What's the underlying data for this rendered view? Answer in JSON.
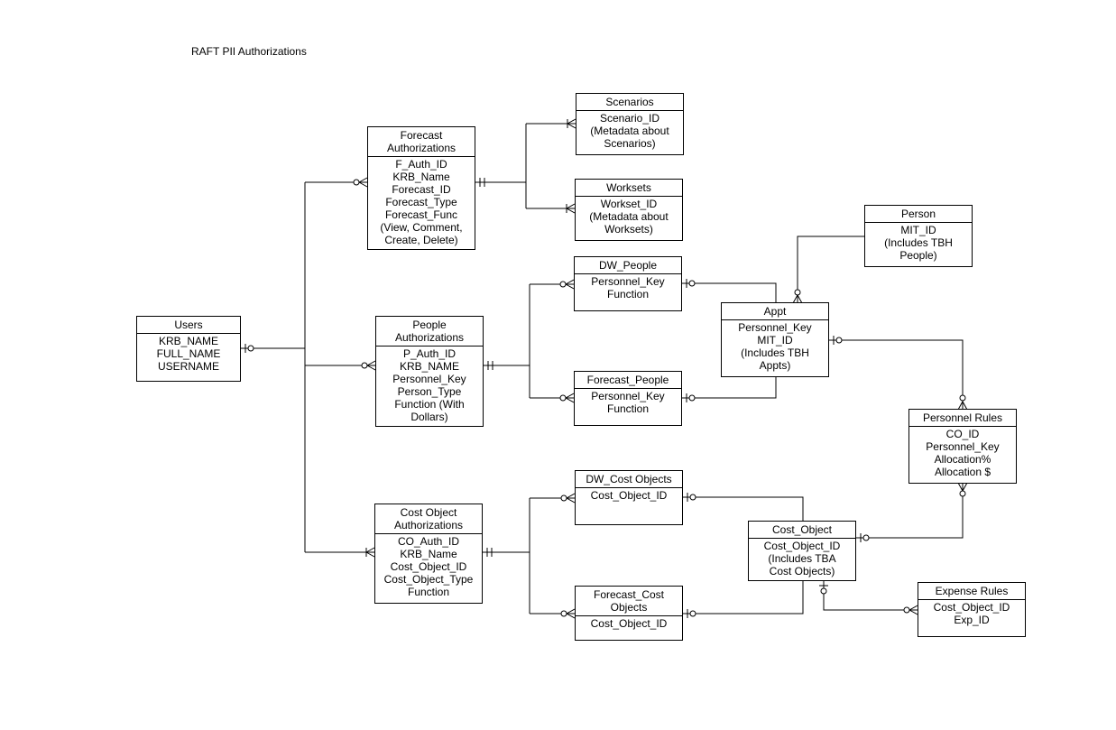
{
  "title": "RAFT PII Authorizations",
  "entities": [
    {
      "id": "users",
      "name": "Users",
      "fields": [
        "KRB_NAME",
        "FULL_NAME",
        "USERNAME"
      ]
    },
    {
      "id": "forecast-authorizations",
      "name": "Forecast\nAuthorizations",
      "fields": [
        "F_Auth_ID",
        "KRB_Name",
        "Forecast_ID",
        "Forecast_Type",
        "Forecast_Func",
        "(View, Comment,",
        "Create, Delete)"
      ]
    },
    {
      "id": "people-authorizations",
      "name": "People\nAuthorizations",
      "fields": [
        "P_Auth_ID",
        "KRB_NAME",
        "Personnel_Key",
        "Person_Type",
        "Function (With",
        "Dollars)"
      ]
    },
    {
      "id": "cost-object-authorizations",
      "name": "Cost Object\nAuthorizations",
      "fields": [
        "CO_Auth_ID",
        "KRB_Name",
        "Cost_Object_ID",
        "Cost_Object_Type",
        "Function"
      ]
    },
    {
      "id": "scenarios",
      "name": "Scenarios",
      "fields": [
        "Scenario_ID",
        "(Metadata about",
        "Scenarios)"
      ]
    },
    {
      "id": "worksets",
      "name": "Worksets",
      "fields": [
        "Workset_ID",
        "(Metadata about",
        "Worksets)"
      ]
    },
    {
      "id": "dw-people",
      "name": "DW_People",
      "fields": [
        "Personnel_Key",
        "Function"
      ]
    },
    {
      "id": "forecast-people",
      "name": "Forecast_People",
      "fields": [
        "Personnel_Key",
        "Function"
      ]
    },
    {
      "id": "dw-cost-objects",
      "name": "DW_Cost Objects",
      "fields": [
        "Cost_Object_ID"
      ]
    },
    {
      "id": "forecast-cost-objects",
      "name": "Forecast_Cost\nObjects",
      "fields": [
        "Cost_Object_ID"
      ]
    },
    {
      "id": "person",
      "name": "Person",
      "fields": [
        "MIT_ID",
        "(Includes TBH",
        "People)"
      ]
    },
    {
      "id": "appt",
      "name": "Appt",
      "fields": [
        "Personnel_Key",
        "MIT_ID",
        "(Includes TBH",
        "Appts)"
      ]
    },
    {
      "id": "personnel-rules",
      "name": "Personnel Rules",
      "fields": [
        "CO_ID",
        "Personnel_Key",
        "Allocation%",
        "Allocation $"
      ]
    },
    {
      "id": "cost-object",
      "name": "Cost_Object",
      "fields": [
        "Cost_Object_ID",
        "(Includes TBA",
        "Cost Objects)"
      ]
    },
    {
      "id": "expense-rules",
      "name": "Expense Rules",
      "fields": [
        "Cost_Object_ID",
        "Exp_ID"
      ]
    }
  ]
}
